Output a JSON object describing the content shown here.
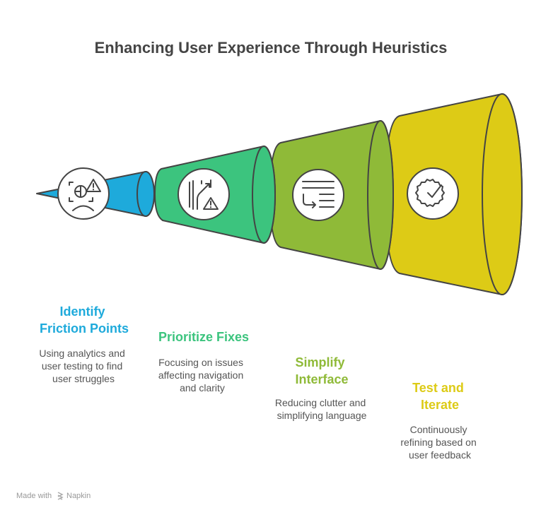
{
  "title": "Enhancing User Experience Through Heuristics",
  "colors": {
    "blue": "#1EAADB",
    "green": "#3CC47E",
    "olive": "#8FBA38",
    "yellow": "#DDCB16",
    "text": "#444444"
  },
  "stages": [
    {
      "title_lines": [
        "Identify",
        "Friction Points"
      ],
      "desc_lines": [
        "Using analytics and",
        "user testing to find",
        "user struggles"
      ],
      "icon": "friction-warning-icon"
    },
    {
      "title_lines": [
        "Prioritize Fixes"
      ],
      "desc_lines": [
        "Focusing on issues",
        "affecting navigation",
        "and clarity"
      ],
      "icon": "road-warning-icon"
    },
    {
      "title_lines": [
        "Simplify",
        "Interface"
      ],
      "desc_lines": [
        "Reducing clutter and",
        "simplifying language"
      ],
      "icon": "list-simplify-icon"
    },
    {
      "title_lines": [
        "Test and",
        "Iterate"
      ],
      "desc_lines": [
        "Continuously",
        "refining based on",
        "user feedback"
      ],
      "icon": "gear-check-icon"
    }
  ],
  "footer": {
    "made_with": "Made with",
    "brand": "Napkin"
  }
}
